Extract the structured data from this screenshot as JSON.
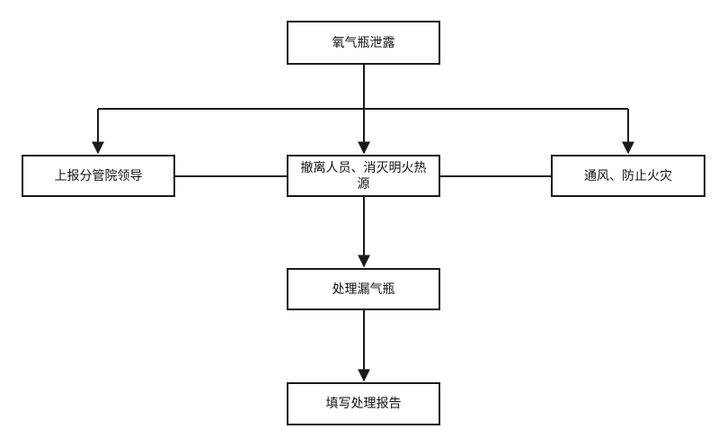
{
  "diagram": {
    "type": "flowchart",
    "nodes": {
      "leak": "氧气瓶泄露",
      "report": "上报分管院领导",
      "evacuate": "撤离人员、消灭明火热源",
      "ventilate": "通风、防止火灾",
      "handle": "处理漏气瓶",
      "fill_report": "填写处理报告"
    },
    "edges": [
      {
        "from": "leak",
        "to": "report"
      },
      {
        "from": "leak",
        "to": "evacuate"
      },
      {
        "from": "leak",
        "to": "ventilate"
      },
      {
        "from": "evacuate",
        "to": "report"
      },
      {
        "from": "evacuate",
        "to": "ventilate"
      },
      {
        "from": "evacuate",
        "to": "handle"
      },
      {
        "from": "handle",
        "to": "fill_report"
      }
    ],
    "colors": {
      "line": "#1a1a1a",
      "fill": "#ffffff"
    }
  }
}
